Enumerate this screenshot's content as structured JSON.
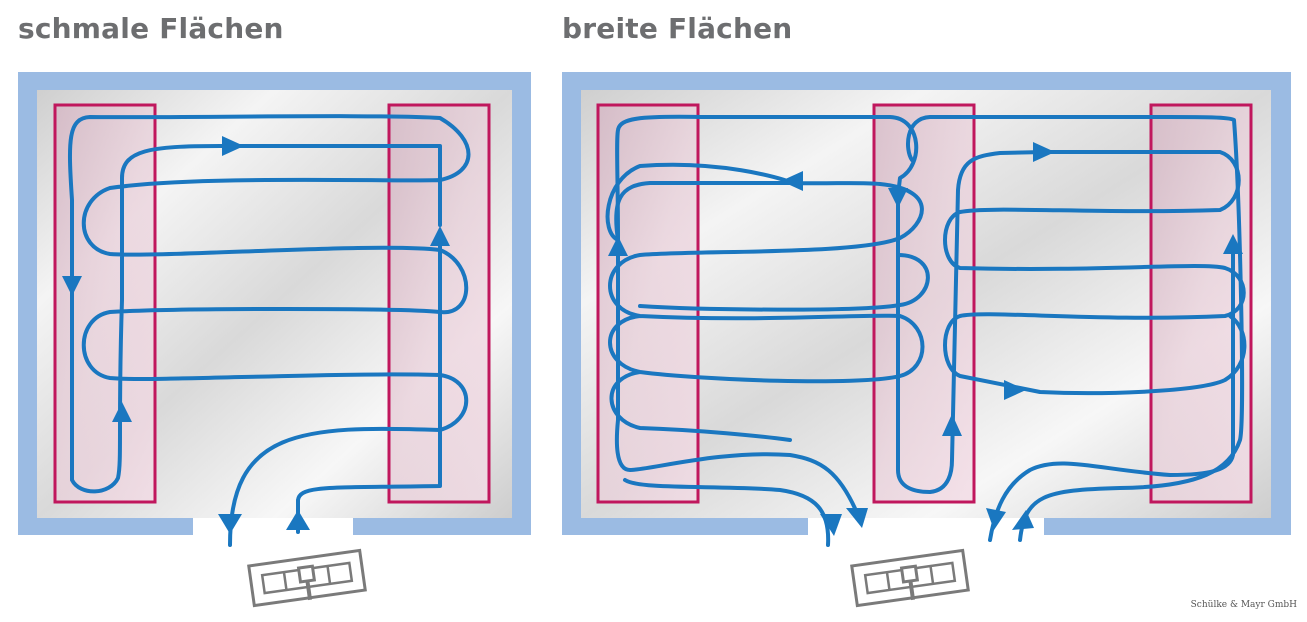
{
  "panels": {
    "left": {
      "title": "schmale Flächen"
    },
    "right": {
      "title": "breite Flächen"
    }
  },
  "credit": "Schülke & Mayr GmbH",
  "colors": {
    "wall": "#9bbbe3",
    "path": "#1a77c0",
    "zone_border": "#c0175d",
    "zone_fill": "#e8c4d3",
    "trolley": "#7a7a7a",
    "title": "#6d6e70"
  },
  "icons": {
    "trolley": "cleaning-trolley-icon",
    "arrow": "direction-arrow-icon"
  }
}
